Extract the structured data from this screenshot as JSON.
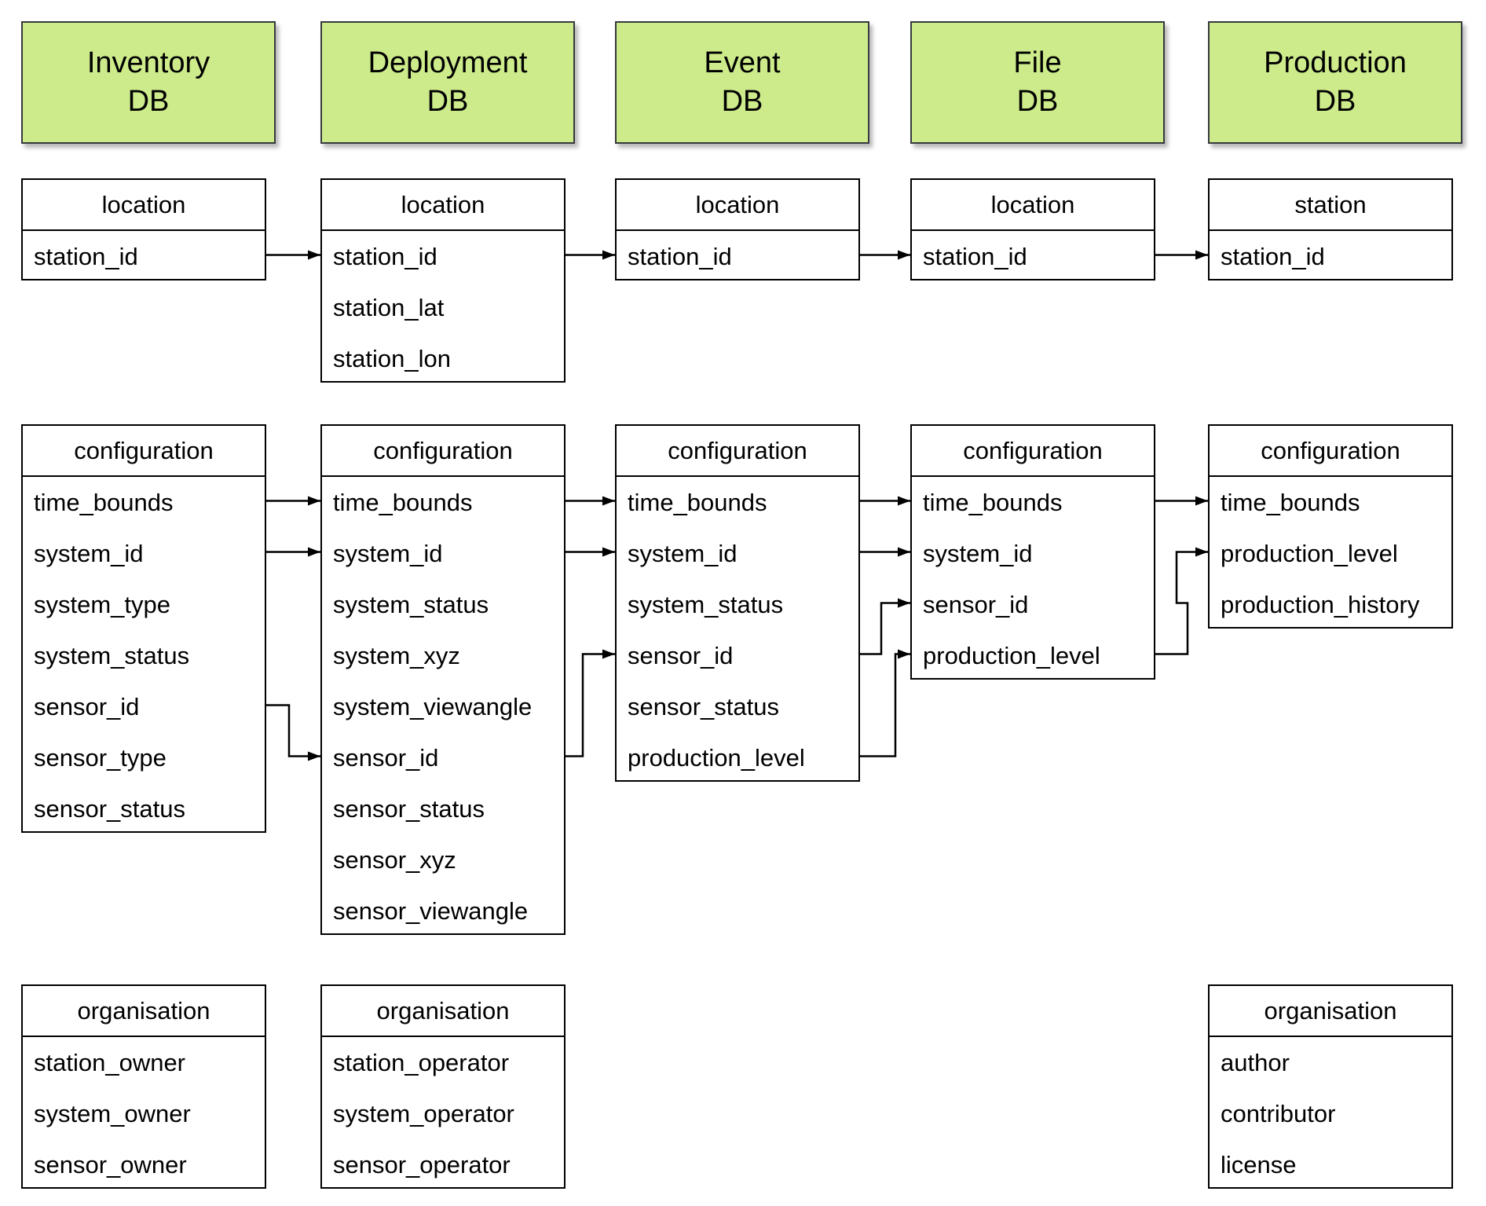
{
  "colors": {
    "db_fill": "#cdeb8b",
    "db_border": "#36393d",
    "table_border": "#000000",
    "arrow": "#000000",
    "background": "#ffffff"
  },
  "databases": [
    {
      "id": "inventory",
      "title": "Inventory DB",
      "title_lines": [
        "Inventory",
        "DB"
      ],
      "tables": [
        {
          "name": "location",
          "fields": [
            "station_id"
          ]
        },
        {
          "name": "configuration",
          "fields": [
            "time_bounds",
            "system_id",
            "system_type",
            "system_status",
            "sensor_id",
            "sensor_type",
            "sensor_status"
          ]
        },
        {
          "name": "organisation",
          "fields": [
            "station_owner",
            "system_owner",
            "sensor_owner"
          ]
        }
      ]
    },
    {
      "id": "deployment",
      "title": "Deployment DB",
      "title_lines": [
        "Deployment",
        "DB"
      ],
      "tables": [
        {
          "name": "location",
          "fields": [
            "station_id",
            "station_lat",
            "station_lon"
          ]
        },
        {
          "name": "configuration",
          "fields": [
            "time_bounds",
            "system_id",
            "system_status",
            "system_xyz",
            "system_viewangle",
            "sensor_id",
            "sensor_status",
            "sensor_xyz",
            "sensor_viewangle"
          ]
        },
        {
          "name": "organisation",
          "fields": [
            "station_operator",
            "system_operator",
            "sensor_operator"
          ]
        }
      ]
    },
    {
      "id": "event",
      "title": "Event DB",
      "title_lines": [
        "Event",
        "DB"
      ],
      "tables": [
        {
          "name": "location",
          "fields": [
            "station_id"
          ]
        },
        {
          "name": "configuration",
          "fields": [
            "time_bounds",
            "system_id",
            "system_status",
            "sensor_id",
            "sensor_status",
            "production_level"
          ]
        }
      ]
    },
    {
      "id": "file",
      "title": "File DB",
      "title_lines": [
        "File",
        "DB"
      ],
      "tables": [
        {
          "name": "location",
          "fields": [
            "station_id"
          ]
        },
        {
          "name": "configuration",
          "fields": [
            "time_bounds",
            "system_id",
            "sensor_id",
            "production_level"
          ]
        }
      ]
    },
    {
      "id": "production",
      "title": "Production DB",
      "title_lines": [
        "Production",
        "DB"
      ],
      "tables": [
        {
          "name": "station",
          "fields": [
            "station_id"
          ]
        },
        {
          "name": "configuration",
          "fields": [
            "time_bounds",
            "production_level",
            "production_history"
          ]
        },
        {
          "name": "organisation",
          "fields": [
            "author",
            "contributor",
            "license"
          ]
        }
      ]
    }
  ],
  "connections": [
    {
      "from": "inventory.location.station_id",
      "to": "deployment.location.station_id"
    },
    {
      "from": "deployment.location.station_id",
      "to": "event.location.station_id"
    },
    {
      "from": "event.location.station_id",
      "to": "file.location.station_id"
    },
    {
      "from": "file.location.station_id",
      "to": "production.station.station_id"
    },
    {
      "from": "inventory.configuration.time_bounds",
      "to": "deployment.configuration.time_bounds"
    },
    {
      "from": "inventory.configuration.system_id",
      "to": "deployment.configuration.system_id"
    },
    {
      "from": "inventory.configuration.sensor_id",
      "to": "deployment.configuration.sensor_id"
    },
    {
      "from": "deployment.configuration.time_bounds",
      "to": "event.configuration.time_bounds"
    },
    {
      "from": "deployment.configuration.system_id",
      "to": "event.configuration.system_id"
    },
    {
      "from": "deployment.configuration.sensor_id",
      "to": "event.configuration.sensor_id"
    },
    {
      "from": "event.configuration.time_bounds",
      "to": "file.configuration.time_bounds"
    },
    {
      "from": "event.configuration.system_id",
      "to": "file.configuration.system_id"
    },
    {
      "from": "event.configuration.sensor_id",
      "to": "file.configuration.sensor_id"
    },
    {
      "from": "event.configuration.production_level",
      "to": "file.configuration.production_level"
    },
    {
      "from": "file.configuration.time_bounds",
      "to": "production.configuration.time_bounds"
    },
    {
      "from": "file.configuration.production_level",
      "to": "production.configuration.production_level"
    }
  ]
}
